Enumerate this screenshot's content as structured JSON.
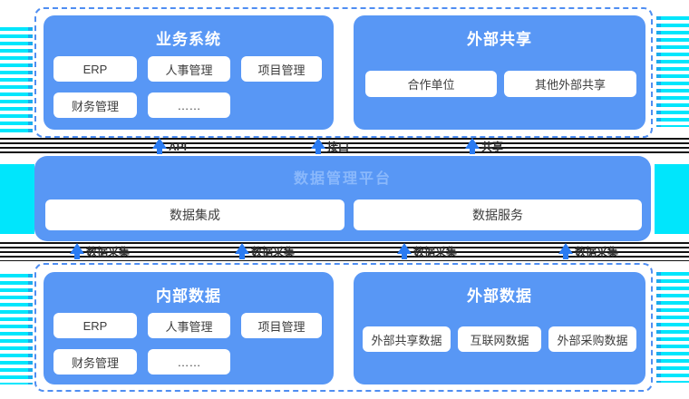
{
  "colors": {
    "box_blue": "#5897f5",
    "dash_border_blue": "#4f8ef2",
    "stripe_cyan": "#00e6fc",
    "arrow_blue": "#2a7bf2",
    "connector_line_black": "#121212",
    "platform_title_blue": "#8ab8fb"
  },
  "top_section": {
    "business_system": {
      "title": "业务系统",
      "items": [
        "ERP",
        "人事管理",
        "项目管理",
        "财务管理",
        "……"
      ]
    },
    "external_sharing": {
      "title": "外部共享",
      "items": [
        "合作单位",
        "其他外部共享"
      ]
    }
  },
  "platform": {
    "title": "数据管理平台",
    "modules": [
      {
        "label": "数据集成"
      },
      {
        "label": "数据服务"
      }
    ]
  },
  "connectors": {
    "top_arrows": [
      {
        "label": "API"
      },
      {
        "label": "接口"
      },
      {
        "label": "共享"
      }
    ],
    "bottom_arrows": [
      {
        "label": "数据采集"
      },
      {
        "label": "数据采集"
      },
      {
        "label": "数据采集"
      },
      {
        "label": "数据采集"
      }
    ]
  },
  "bottom_section": {
    "internal_data": {
      "title": "内部数据",
      "items": [
        "ERP",
        "人事管理",
        "项目管理",
        "财务管理",
        "……"
      ]
    },
    "external_data": {
      "title": "外部数据",
      "items": [
        "外部共享数据",
        "互联网数据",
        "外部采购数据"
      ]
    }
  }
}
